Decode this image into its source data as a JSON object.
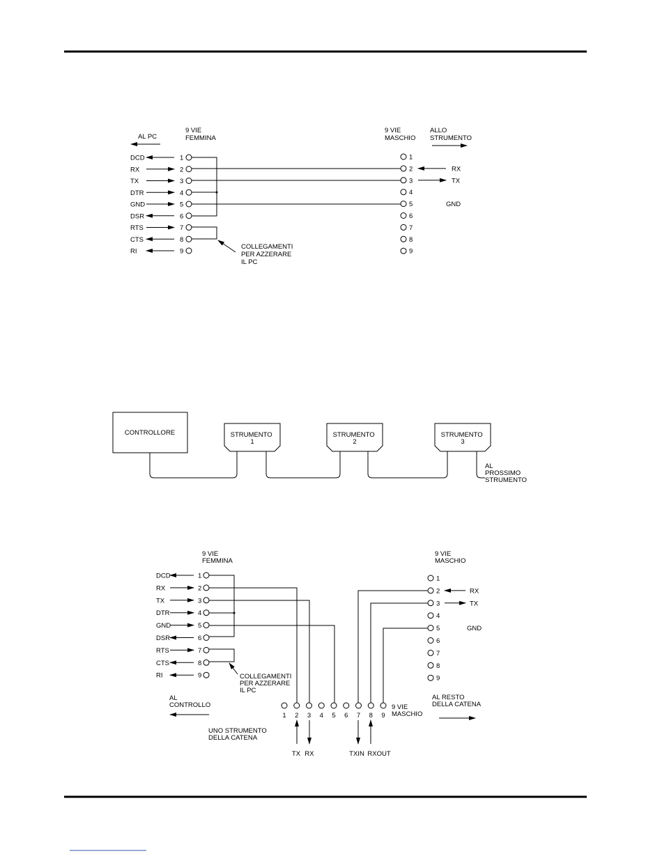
{
  "diagram1": {
    "left_heading_arrow": "AL PC",
    "left_header": [
      "9 VIE",
      "FEMMINA"
    ],
    "right_header": [
      "9 VIE",
      "MASCHIO"
    ],
    "right_heading_arrow": [
      "ALLO",
      "STRUMENTO"
    ],
    "left_signals": [
      "DCD",
      "RX",
      "TX",
      "DTR",
      "GND",
      "DSR",
      "RTS",
      "CTS",
      "RI"
    ],
    "pin_numbers": [
      "1",
      "2",
      "3",
      "4",
      "5",
      "6",
      "7",
      "8",
      "9"
    ],
    "right_signals": {
      "2": "RX",
      "3": "TX",
      "5": "GND"
    },
    "note": [
      "COLLEGAMENTI",
      "PER AZZERARE",
      "IL PC"
    ]
  },
  "diagram2": {
    "controller": "CONTROLLORE",
    "instruments": [
      [
        "STRUMENTO",
        "1"
      ],
      [
        "STRUMENTO",
        "2"
      ],
      [
        "STRUMENTO",
        "3"
      ]
    ],
    "next_label": [
      "AL",
      "PROSSIMO",
      "STRUMENTO"
    ]
  },
  "diagram3": {
    "left_header": [
      "9 VIE",
      "FEMMINA"
    ],
    "right_header": [
      "9 VIE",
      "MASCHIO"
    ],
    "left_signals": [
      "DCD",
      "RX",
      "TX",
      "DTR",
      "GND",
      "DSR",
      "RTS",
      "CTS",
      "RI"
    ],
    "pin_numbers": [
      "1",
      "2",
      "3",
      "4",
      "5",
      "6",
      "7",
      "8",
      "9"
    ],
    "right_signals": {
      "2": "RX",
      "3": "TX",
      "5": "GND"
    },
    "note": [
      "COLLEGAMENTI",
      "PER AZZERARE",
      "IL PC"
    ],
    "to_control": [
      "AL",
      "CONTROLLO"
    ],
    "to_rest": [
      "AL RESTO",
      "DELLA CATENA"
    ],
    "instrument_label": [
      "UNO STRUMENTO",
      "DELLA CATENA"
    ],
    "bottom_connector": [
      "9 VIE",
      "MASCHIO"
    ],
    "bottom_signals": [
      "TX",
      "RX",
      "TXIN",
      "RXOUT"
    ]
  }
}
